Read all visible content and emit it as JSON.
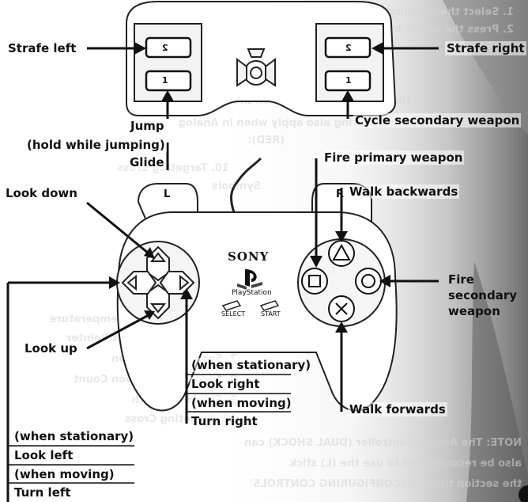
{
  "labels": {
    "strafe_left": "Strafe left",
    "strafe_right": "Strafe right",
    "cycle_secondary": "Cycle secondary weapon",
    "jump": "Jump",
    "hold_while_jumping": "(hold while jumping)",
    "glide": "Glide",
    "look_down": "Look down",
    "fire_primary": "Fire primary weapon",
    "walk_backwards": "Walk backwards",
    "fire_secondary_1": "Fire",
    "fire_secondary_2": "secondary",
    "fire_secondary_3": "weapon",
    "look_up": "Look up",
    "when_stationary_right": "(when stationary)",
    "look_right": "Look right",
    "when_moving_right": "(when moving)",
    "turn_right": "Turn right",
    "walk_forwards": "Walk forwards",
    "when_stationary_left": "(when stationary)",
    "look_left": "Look left",
    "when_moving_left": "(when moving)",
    "turn_left": "Turn left"
  },
  "controller": {
    "brand": "SONY",
    "platform": "PlayStation",
    "select_label": "SELECT",
    "start_label": "START",
    "l_label": "L",
    "r_label": "R",
    "l1_label": "1",
    "l2_label": "2",
    "r1_label": "1",
    "r2_label": "2"
  }
}
